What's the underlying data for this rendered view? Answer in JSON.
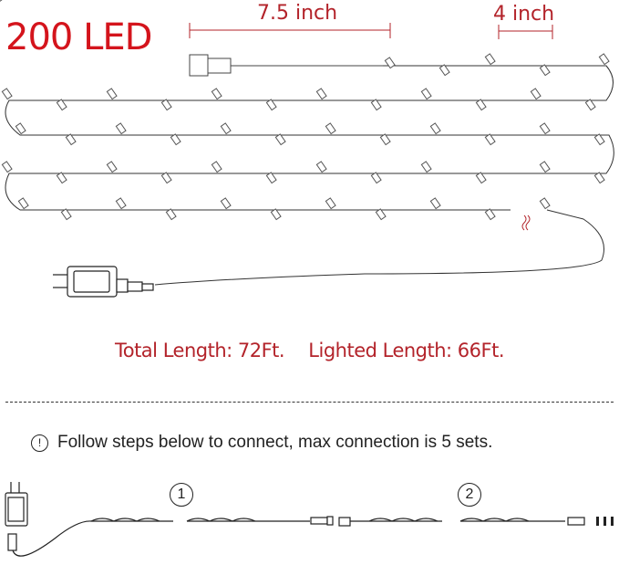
{
  "header": {
    "title": "200 LED",
    "spacing_lead": "7.5 inch",
    "spacing_bulb": "4 inch"
  },
  "specs": {
    "total_length": "Total Length: 72Ft.",
    "lighted_length": "Lighted Length: 66Ft."
  },
  "instructions": {
    "icon": "!",
    "text": "Follow steps below to connect, max connection is 5 sets."
  },
  "steps": [
    {
      "label": "1"
    },
    {
      "label": "2"
    }
  ],
  "colors": {
    "title_red": "#d4141c",
    "text_red": "#b3232a",
    "line": "#333333"
  }
}
